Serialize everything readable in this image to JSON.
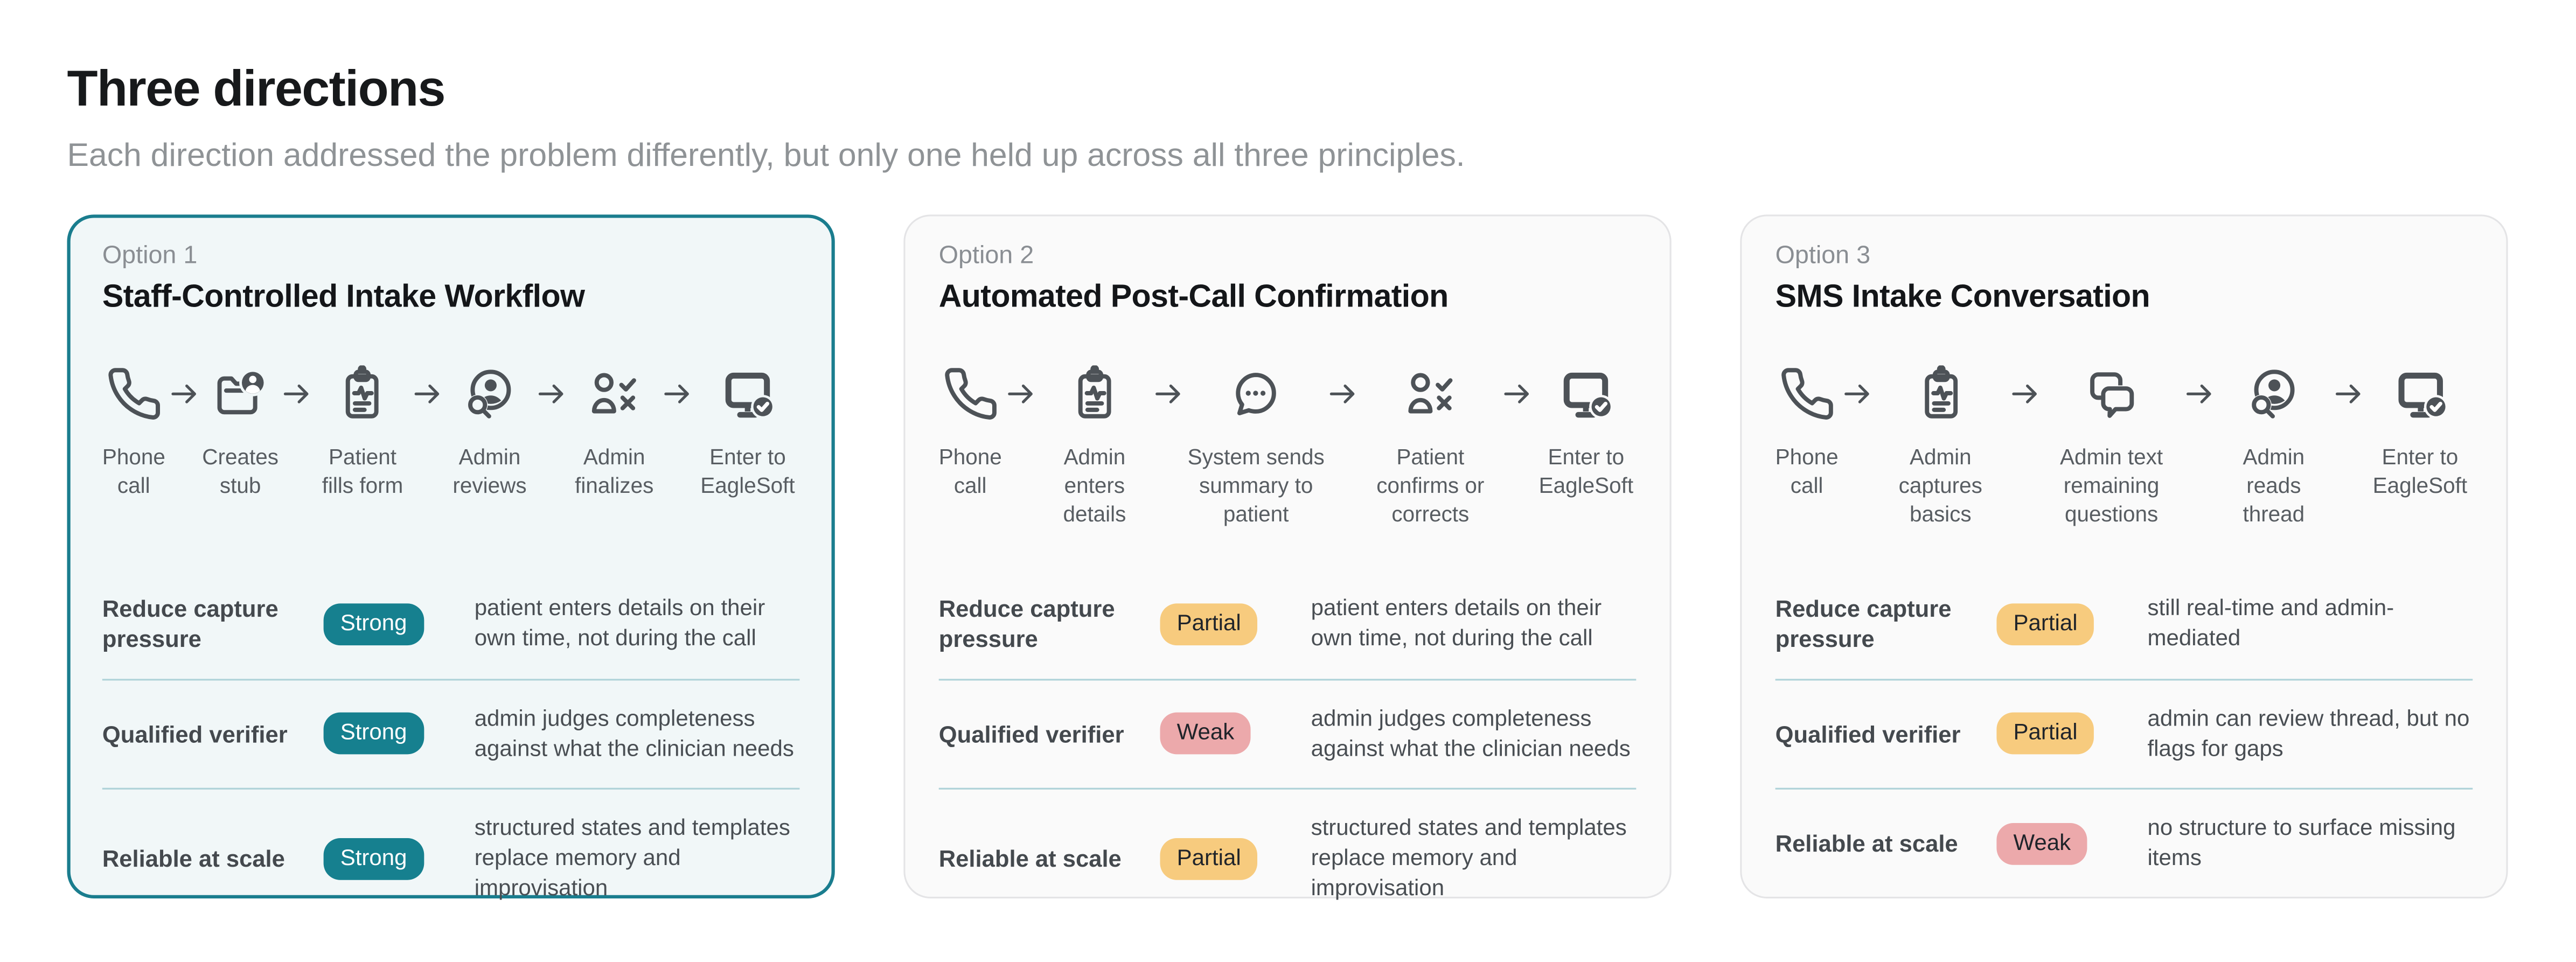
{
  "page": {
    "title": "Three directions",
    "subtitle": "Each direction addressed the problem differently, but only one held up across all three principles."
  },
  "colors": {
    "accent_teal": "#1a7d8e",
    "badge_strong_bg": "#16808f",
    "badge_strong_text": "#ffffff",
    "badge_partial_bg": "#f7cb7e",
    "badge_weak_bg": "#eca9ab",
    "badge_dark_text": "#20242a",
    "highlight_card_bg": "#f1f7f8",
    "card_bg": "#fafafa",
    "divider": "#aed2d8",
    "icon_stroke": "#4d5257"
  },
  "cards": [
    {
      "option": "Option 1",
      "title": "Staff-Controlled Intake Workflow",
      "highlighted": true,
      "steps": [
        {
          "icon": "phone-icon",
          "label": "Phone call"
        },
        {
          "icon": "folder-user-icon",
          "label": "Creates stub"
        },
        {
          "icon": "clipboard-pulse-icon",
          "label": "Patient fills form"
        },
        {
          "icon": "person-search-icon",
          "label": "Admin reviews"
        },
        {
          "icon": "person-check-x-icon",
          "label": "Admin finalizes"
        },
        {
          "icon": "monitor-check-icon",
          "label": "Enter to EagleSoft"
        }
      ],
      "principles": [
        {
          "label": "Reduce capture pressure",
          "rating": "Strong",
          "description": "patient enters details on their own time, not during the call"
        },
        {
          "label": "Qualified verifier",
          "rating": "Strong",
          "description": "admin judges completeness against what the clinician needs"
        },
        {
          "label": "Reliable at scale",
          "rating": "Strong",
          "description": "structured states and templates replace memory and improvisation"
        }
      ]
    },
    {
      "option": "Option 2",
      "title": "Automated Post-Call Confirmation",
      "highlighted": false,
      "steps": [
        {
          "icon": "phone-icon",
          "label": "Phone call"
        },
        {
          "icon": "clipboard-pulse-icon",
          "label": "Admin enters details"
        },
        {
          "icon": "chat-dots-icon",
          "label": "System sends summary to patient"
        },
        {
          "icon": "person-check-x-icon",
          "label": "Patient confirms or corrects"
        },
        {
          "icon": "monitor-check-icon",
          "label": "Enter to EagleSoft"
        }
      ],
      "principles": [
        {
          "label": "Reduce capture pressure",
          "rating": "Partial",
          "description": "patient enters details on their own time, not during the call"
        },
        {
          "label": "Qualified verifier",
          "rating": "Weak",
          "description": "admin judges completeness against what the clinician needs"
        },
        {
          "label": "Reliable at scale",
          "rating": "Partial",
          "description": "structured states and templates replace memory and improvisation"
        }
      ]
    },
    {
      "option": "Option 3",
      "title": "SMS Intake Conversation",
      "highlighted": false,
      "steps": [
        {
          "icon": "phone-icon",
          "label": "Phone call"
        },
        {
          "icon": "clipboard-pulse-icon",
          "label": "Admin captures basics"
        },
        {
          "icon": "chat-double-icon",
          "label": "Admin text remaining questions"
        },
        {
          "icon": "person-search-icon",
          "label": "Admin reads thread"
        },
        {
          "icon": "monitor-check-icon",
          "label": "Enter to EagleSoft"
        }
      ],
      "principles": [
        {
          "label": "Reduce capture pressure",
          "rating": "Partial",
          "description": "still real-time and admin-mediated"
        },
        {
          "label": "Qualified verifier",
          "rating": "Partial",
          "description": "admin can review thread, but no flags for gaps"
        },
        {
          "label": "Reliable at scale",
          "rating": "Weak",
          "description": "no structure to surface missing items"
        }
      ]
    }
  ]
}
